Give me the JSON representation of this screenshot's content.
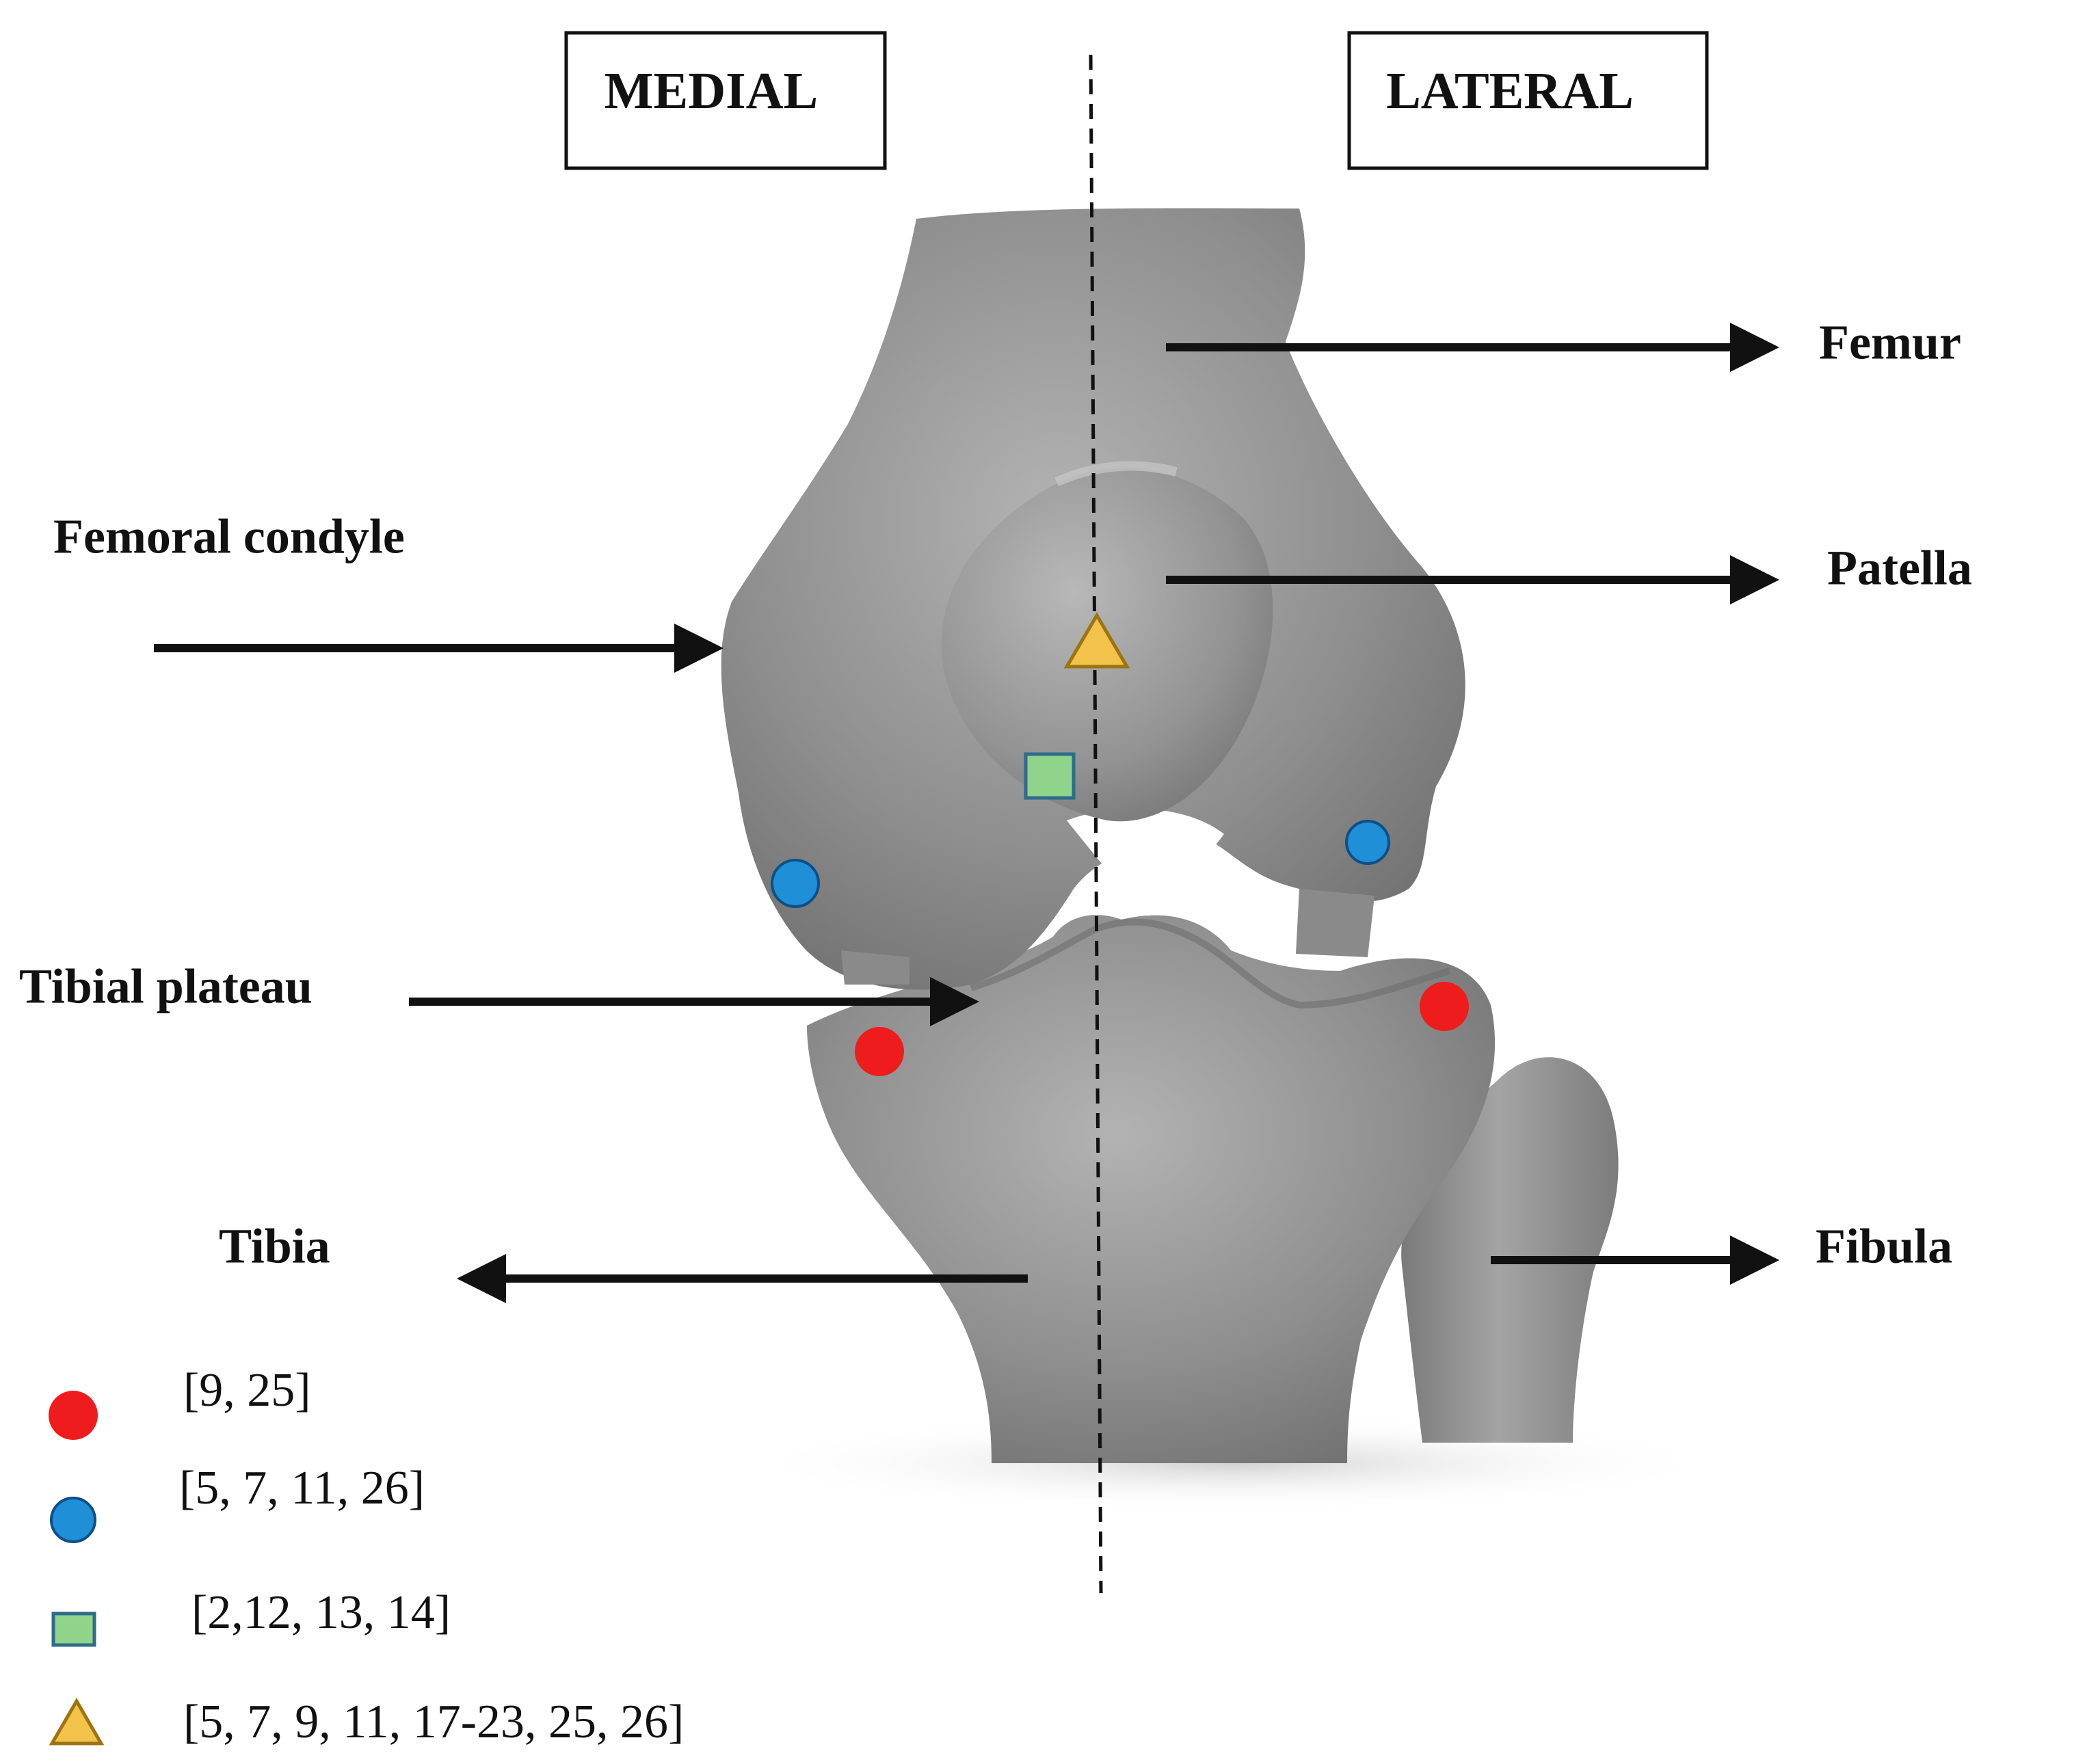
{
  "headers": {
    "medial": "MEDIAL",
    "lateral": "LATERAL"
  },
  "labels": {
    "femur": "Femur",
    "patella": "Patella",
    "femoral_condyle": "Femoral condyle",
    "tibial_plateau": "Tibial plateau",
    "tibia": "Tibia",
    "fibula": "Fibula"
  },
  "legend": [
    {
      "marker": "red-circle",
      "color": "#ee1c1c",
      "text": "[9, 25]"
    },
    {
      "marker": "blue-circle",
      "color": "#1f8fd8",
      "text": "[5, 7, 11, 26]"
    },
    {
      "marker": "green-square",
      "color": "#8fd48a",
      "text": "[2,12, 13, 14]"
    },
    {
      "marker": "yellow-triangle",
      "color": "#f2c24a",
      "text": "[5, 7, 9, 11, 17-23, 25, 26]"
    }
  ],
  "colors": {
    "bone": "#8d8d8d",
    "bone_light": "#a9a9a9",
    "bone_dark": "#6a6a6a",
    "ink": "#111111"
  }
}
